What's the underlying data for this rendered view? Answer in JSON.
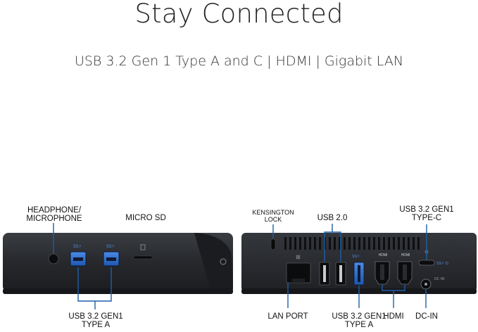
{
  "header": {
    "title": "Stay Connected",
    "subtitle": "USB 3.2 Gen 1 Type A and C | HDMI | Gigabit LAN"
  },
  "front_panel": {
    "labels": {
      "headphone_line1": "HEADPHONE/",
      "headphone_line2": "MICROPHONE",
      "micro_sd": "MICRO SD",
      "usb_line1": "USB 3.2 GEN1",
      "usb_line2": "TYPE A"
    },
    "port_marks": {
      "usb_logo": "SS",
      "usb_logo2": "SS"
    }
  },
  "back_panel": {
    "labels": {
      "kensington_line1": "KENSINGTON",
      "kensington_line2": "LOCK",
      "usb20": "USB 2.0",
      "usbc_line1": "USB 3.2 GEN1",
      "usbc_line2": "TYPE-C",
      "lan": "LAN PORT",
      "usba_line1": "USB 3.2 GEN1",
      "usba_line2": "TYPE A",
      "hdmi": "HDMI",
      "dcin": "DC-IN"
    },
    "port_marks": {
      "hdmi1": "HDMI",
      "hdmi2": "HDMI"
    }
  },
  "colors": {
    "leader_line": "#1f5fa8",
    "device_body": "#26282c",
    "port_blue": "#2f6fd1"
  }
}
